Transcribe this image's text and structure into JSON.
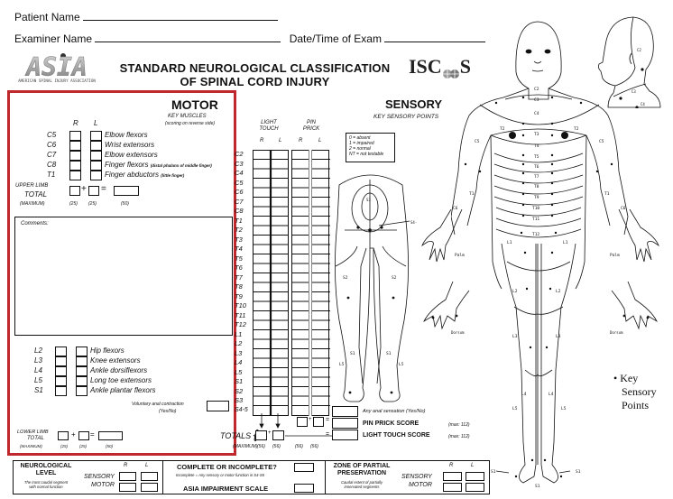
{
  "header": {
    "patient_name_label": "Patient Name",
    "examiner_name_label": "Examiner Name",
    "date_time_label": "Date/Time of Exam",
    "asia_logo_text": "ASIA",
    "asia_logo_subtitle": "AMERICAN SPINAL INJURY ASSOCIATION",
    "title_line1": "STANDARD NEUROLOGICAL CLASSIFICATION",
    "title_line2": "OF SPINAL CORD INJURY",
    "iscos_logo_text_left": "ISC",
    "iscos_logo_text_right": "S"
  },
  "motor": {
    "title": "MOTOR",
    "subtitle": "KEY MUSCLES",
    "subnote": "(scoring on reverse side)",
    "col_r": "R",
    "col_l": "L",
    "upper_rows": [
      {
        "level": "C5",
        "muscle": "Elbow flexors",
        "note": ""
      },
      {
        "level": "C6",
        "muscle": "Wrist extensors",
        "note": ""
      },
      {
        "level": "C7",
        "muscle": "Elbow extensors",
        "note": ""
      },
      {
        "level": "C8",
        "muscle": "Finger flexors",
        "note": "(distal phalanx of middle finger)"
      },
      {
        "level": "T1",
        "muscle": "Finger abductors",
        "note": "(little finger)"
      }
    ],
    "upper_total_label_1": "UPPER LIMB",
    "upper_total_label_2": "TOTAL",
    "upper_max_label": "(MAXIMUM)",
    "upper_max_r": "(25)",
    "upper_max_l": "(25)",
    "upper_max_total": "(50)",
    "plus": "+",
    "equals": "=",
    "comments_label": "Comments:",
    "lower_rows": [
      {
        "level": "L2",
        "muscle": "Hip flexors"
      },
      {
        "level": "L3",
        "muscle": "Knee extensors"
      },
      {
        "level": "L4",
        "muscle": "Ankle dorsiflexors"
      },
      {
        "level": "L5",
        "muscle": "Long toe extensors"
      },
      {
        "level": "S1",
        "muscle": "Ankle plantar flexors"
      }
    ],
    "vac_label_1": "Voluntary anal contraction",
    "vac_label_2": "(Yes/No)",
    "lower_total_label_1": "LOWER LIMB",
    "lower_total_label_2": "TOTAL",
    "lower_max_label": "(MAXIMUM)",
    "lower_max_r": "(25)",
    "lower_max_l": "(25)",
    "lower_max_total": "(50)",
    "frame_color": "#c0282d"
  },
  "sensory": {
    "title": "SENSORY",
    "subtitle": "KEY SENSORY POINTS",
    "light_touch_1": "LIGHT",
    "light_touch_2": "TOUCH",
    "pin_prick_1": "PIN",
    "pin_prick_2": "PRICK",
    "col_r": "R",
    "col_l": "L",
    "levels": [
      "C2",
      "C3",
      "C4",
      "C5",
      "C6",
      "C7",
      "C8",
      "T1",
      "T2",
      "T3",
      "T4",
      "T5",
      "T6",
      "T7",
      "T8",
      "T9",
      "T10",
      "T11",
      "T12",
      "L1",
      "L2",
      "L3",
      "L4",
      "L5",
      "S1",
      "S2",
      "S3",
      "S4-5"
    ],
    "legend": [
      "0 = absent",
      "1 = impaired",
      "2 = normal",
      "NT = not testable"
    ],
    "totals_label": "TOTALS",
    "totals_max_label": "(MAXIMUM)",
    "totals_max": [
      "(56)",
      "(56)",
      "(56)",
      "(56)"
    ],
    "anal_sensation_label": "Any anal sensation (Yes/No)",
    "pin_prick_score_label": "PIN PRICK SCORE",
    "pin_prick_max": "(max: 112)",
    "light_touch_score_label": "LIGHT TOUCH SCORE",
    "light_touch_max": "(max: 112)"
  },
  "diagram": {
    "back_labels": [
      "S3",
      "S4-5",
      "S2",
      "S2",
      "S1",
      "S1",
      "L5",
      "L5"
    ],
    "front_labels": [
      "C2",
      "C3",
      "C4",
      "T2",
      "T2",
      "C5",
      "C5",
      "T3",
      "T4",
      "T5",
      "T6",
      "T7",
      "T8",
      "T9",
      "T10",
      "T11",
      "T12",
      "T1",
      "T1",
      "C6",
      "C6",
      "L1",
      "L1",
      "L2",
      "L2",
      "L3",
      "L3",
      "L4",
      "L4",
      "L5",
      "L5",
      "S1",
      "S1",
      "S1"
    ],
    "head_labels": [
      "C2",
      "C3",
      "C4"
    ],
    "palm_label": "Palm",
    "dorsum_label": "Dorsum",
    "hand_labels": [
      "C6",
      "C7",
      "C8"
    ],
    "key_line1": "Key",
    "key_line2": "Sensory",
    "key_line3": "Points"
  },
  "footer": {
    "neuro_title_1": "NEUROLOGICAL",
    "neuro_title_2": "LEVEL",
    "neuro_note_1": "The most caudal segment",
    "neuro_note_2": "with normal function",
    "sensory_label": "SENSORY",
    "motor_label": "MOTOR",
    "col_r": "R",
    "col_l": "L",
    "complete_label": "COMPLETE OR INCOMPLETE?",
    "complete_note": "Incomplete = Any sensory or motor function in S4-S5",
    "impairment_label": "ASIA IMPAIRMENT SCALE",
    "zpp_title_1": "ZONE OF PARTIAL",
    "zpp_title_2": "PRESERVATION",
    "zpp_note_1": "Caudal extent of partially",
    "zpp_note_2": "innervated segments"
  }
}
